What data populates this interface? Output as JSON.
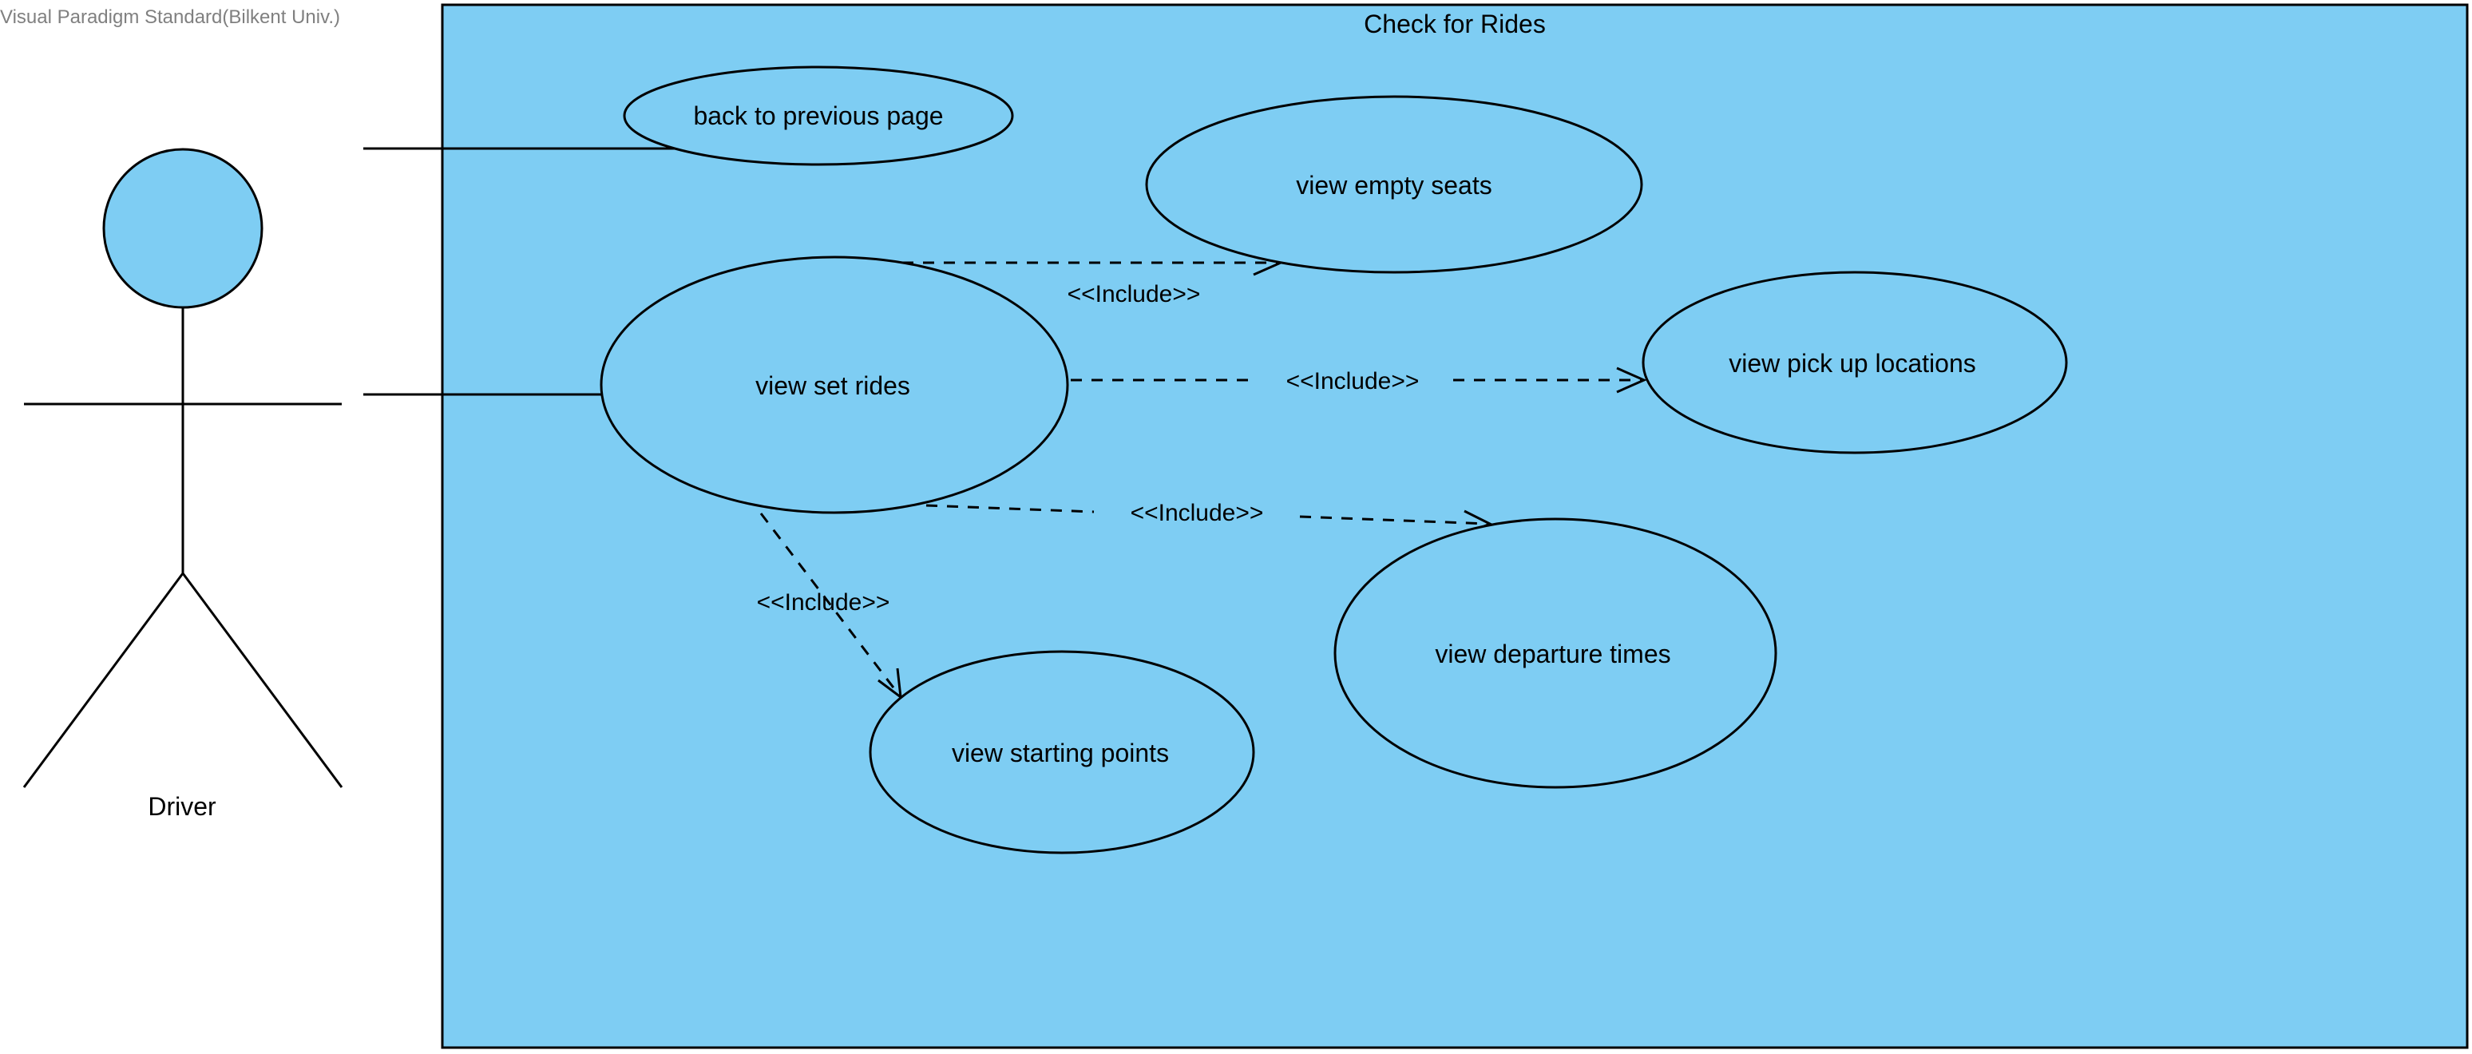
{
  "watermark": "Visual Paradigm Standard(Bilkent Univ.)",
  "system": {
    "title": "Check for Rides",
    "fill": "#7ECDF3"
  },
  "actor": {
    "name": "Driver"
  },
  "use_cases": {
    "back": "back to previous page",
    "empty_seats": "view empty seats",
    "set_rides": "view set rides",
    "pickup": "view pick up locations",
    "departure": "view departure times",
    "starting": "view starting points"
  },
  "relations": {
    "include_empty_seats": "<<Include>>",
    "include_pickup": "<<Include>>",
    "include_departure": "<<Include>>",
    "include_starting": "<<Include>>"
  }
}
